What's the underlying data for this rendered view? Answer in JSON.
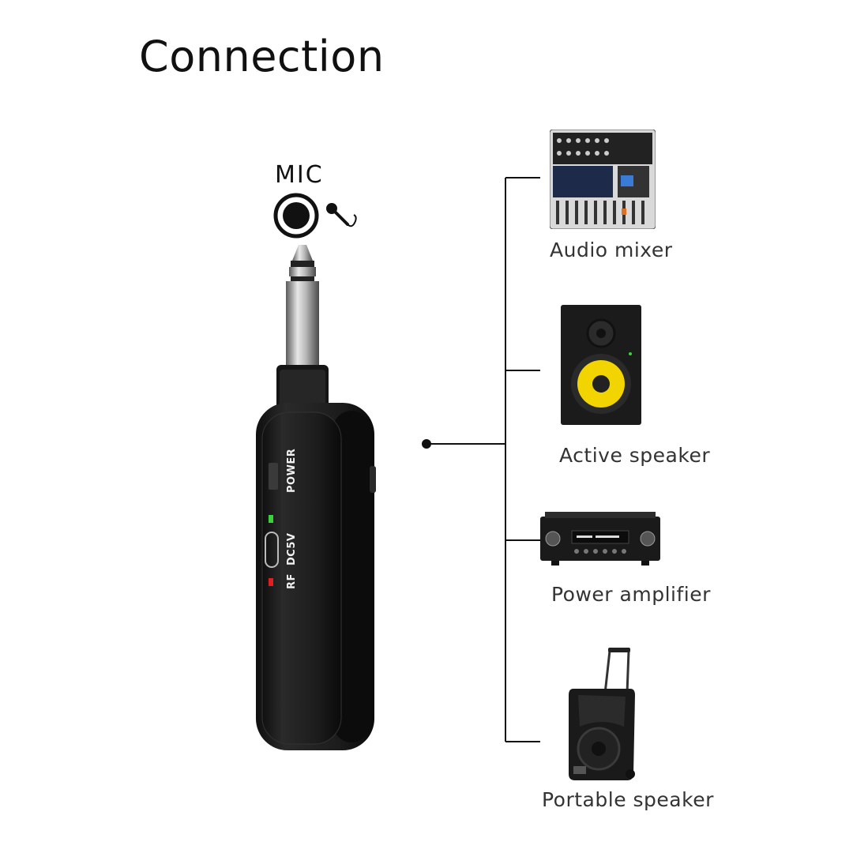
{
  "title": "Connection",
  "input": {
    "label": "MIC",
    "jack_icon": "jack-socket-icon",
    "mic_icon": "microphone-icon"
  },
  "device": {
    "power_label": "POWER",
    "dc_label": "DC5V",
    "rf_label": "RF",
    "power_led_color": "#3ad13a",
    "rf_led_color": "#e02020"
  },
  "outputs": [
    {
      "label": "Audio mixer",
      "icon": "audio-mixer-icon"
    },
    {
      "label": "Active speaker",
      "icon": "active-speaker-icon"
    },
    {
      "label": "Power amplifier",
      "icon": "power-amplifier-icon"
    },
    {
      "label": "Portable speaker",
      "icon": "portable-speaker-icon"
    }
  ],
  "colors": {
    "speaker_cone": "#f2d400",
    "device_body": "#1b1b1b"
  }
}
